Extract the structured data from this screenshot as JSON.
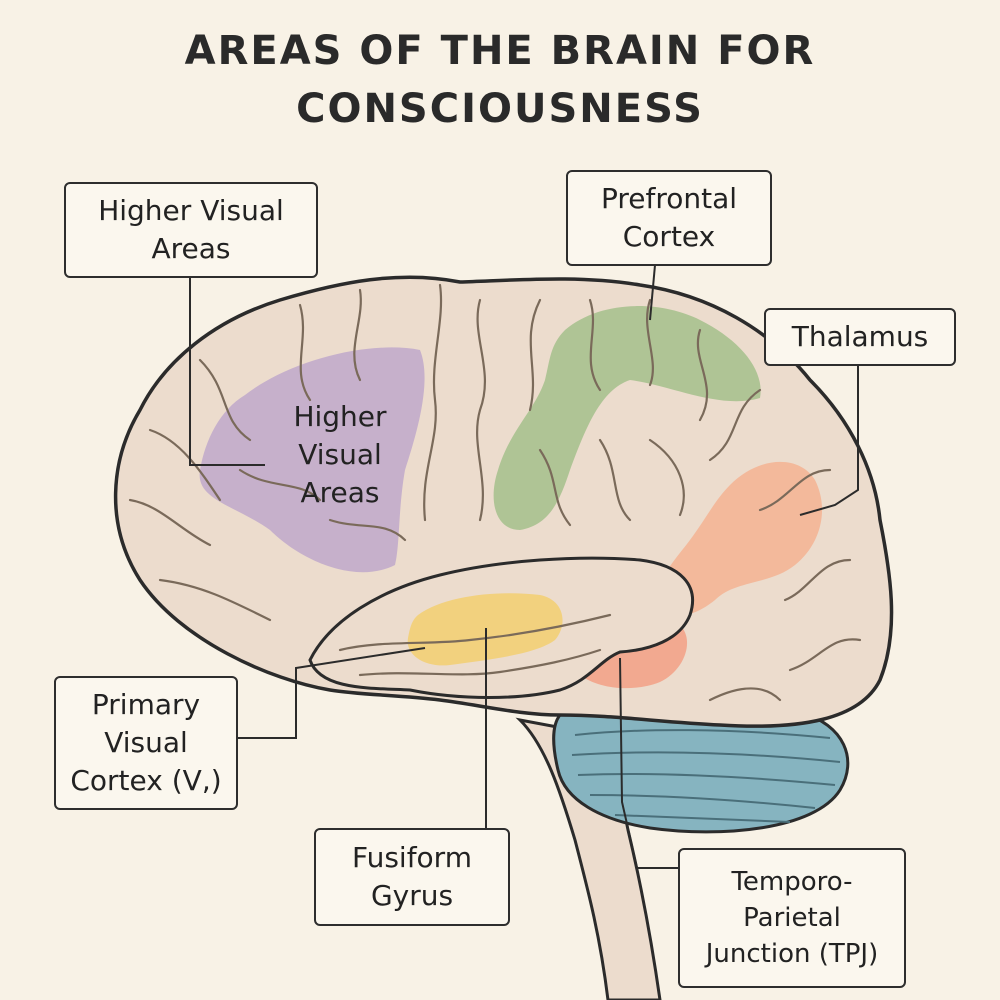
{
  "title": {
    "line1": "AREAS OF THE BRAIN FOR",
    "line2": "CONSCIOUSNESS"
  },
  "labels": {
    "higher_visual": {
      "line1": "Higher Visual",
      "line2": "Areas"
    },
    "prefrontal": {
      "line1": "Prefrontal",
      "line2": "Cortex"
    },
    "thalamus": {
      "line1": "Thalamus"
    },
    "primary_visual": {
      "line1": "Primary",
      "line2": "Visual",
      "line3": "Cortex (V,)"
    },
    "fusiform": {
      "line1": "Fusiform",
      "line2": "Gyrus"
    },
    "tpj": {
      "line1": "Temporo-",
      "line2": "Parietal",
      "line3": "Junction (TPJ)"
    }
  },
  "region_labels": {
    "higher_visual": {
      "line1": "Higher",
      "line2": "Visual",
      "line3": "Areas"
    }
  },
  "colors": {
    "background": "#f8f2e6",
    "brain": "#ecdccd",
    "outline": "#2b2b2b",
    "higher_visual": "#c2abcb",
    "prefrontal": "#a9c190",
    "thalamus": "#f4b596",
    "tpj": "#f3a389",
    "fusiform": "#f2cf77",
    "cerebellum": "#86b4c0"
  },
  "icons": [
    "brain-outline",
    "cerebellum",
    "brainstem"
  ]
}
